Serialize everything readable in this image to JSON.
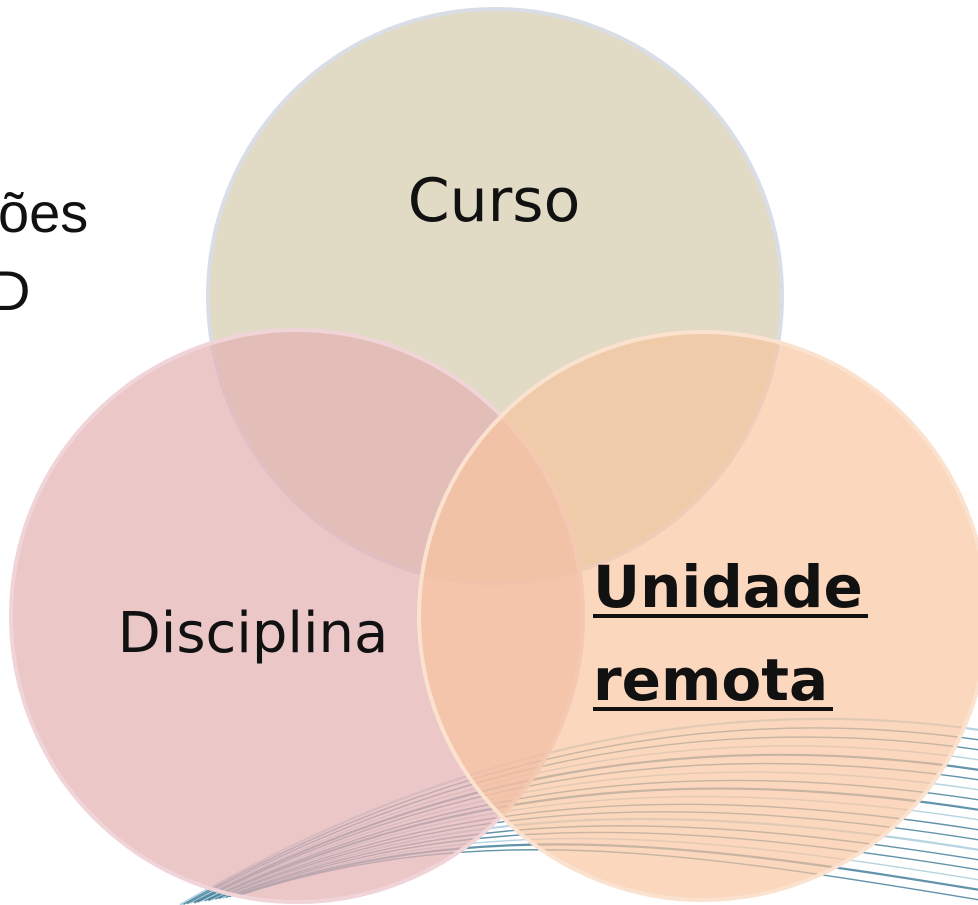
{
  "slide": {
    "partial_text_line1": "ões",
    "partial_text_line2": "D"
  },
  "diagram": {
    "circles": [
      {
        "id": "curso",
        "label": "Curso",
        "fill": "#ddd5bd",
        "stroke": "#d9dde6",
        "emphasized": false
      },
      {
        "id": "disciplina",
        "label": "Disciplina",
        "fill": "#e3b1b3",
        "stroke": "#f0d4d8",
        "emphasized": false
      },
      {
        "id": "unidade-remota",
        "label_line1": "Unidade",
        "label_line2": "remota",
        "fill": "#f7c49e",
        "stroke": "#fbe2cf",
        "emphasized": true
      }
    ]
  },
  "colors": {
    "background": "#ffffff",
    "wave_lines": "#2d6f8e",
    "wave_lines_light": "#9cc4d6",
    "text": "#111111"
  }
}
